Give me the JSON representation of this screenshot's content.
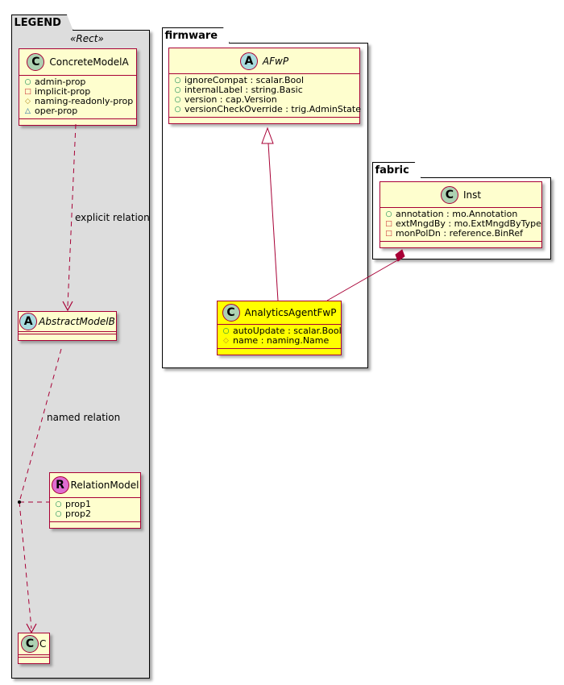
{
  "packages": {
    "legend": {
      "name": "LEGEND",
      "stereotype": "«Rect»",
      "concrete_model": {
        "name": "ConcreteModelA",
        "kind": "C",
        "attributes": [
          {
            "vis": "○",
            "text": "admin-prop"
          },
          {
            "vis": "□",
            "text": "implicit-prop"
          },
          {
            "vis": "◇",
            "text": "naming-readonly-prop"
          },
          {
            "vis": "△",
            "text": "oper-prop"
          }
        ]
      },
      "abstract_model": {
        "name": "AbstractModelB",
        "kind": "A"
      },
      "relation_model": {
        "name": "RelationModel",
        "kind": "R",
        "attributes": [
          {
            "vis": "○",
            "text": "prop1"
          },
          {
            "vis": "○",
            "text": "prop2"
          }
        ]
      },
      "c_model": {
        "name": "C",
        "kind": "C"
      },
      "explicit_relation_label": "explicit relation",
      "named_relation_label": "named relation"
    },
    "firmware": {
      "name": "firmware",
      "afwp": {
        "name": "AFwP",
        "kind": "A",
        "attributes": [
          {
            "vis": "○",
            "text": "ignoreCompat : scalar.Bool"
          },
          {
            "vis": "○",
            "text": "internalLabel : string.Basic"
          },
          {
            "vis": "○",
            "text": "version : cap.Version"
          },
          {
            "vis": "○",
            "text": "versionCheckOverride : trig.AdminState"
          }
        ]
      },
      "agent": {
        "name": "AnalyticsAgentFwP",
        "kind": "C",
        "attributes": [
          {
            "vis": "○",
            "text": "autoUpdate : scalar.Bool"
          },
          {
            "vis": "◇",
            "text": "name : naming.Name"
          }
        ]
      }
    },
    "fabric": {
      "name": "fabric",
      "inst": {
        "name": "Inst",
        "kind": "C",
        "attributes": [
          {
            "vis": "○",
            "text": "annotation : mo.Annotation"
          },
          {
            "vis": "□",
            "text": "extMngdBy : mo.ExtMngdByType"
          },
          {
            "vis": "□",
            "text": "monPolDn : reference.BinRef"
          }
        ]
      }
    }
  },
  "colors": {
    "class_fill": "#fefece",
    "highlight_fill": "#ffff00",
    "border": "#a80036",
    "legend_bg": "#dddddd"
  }
}
